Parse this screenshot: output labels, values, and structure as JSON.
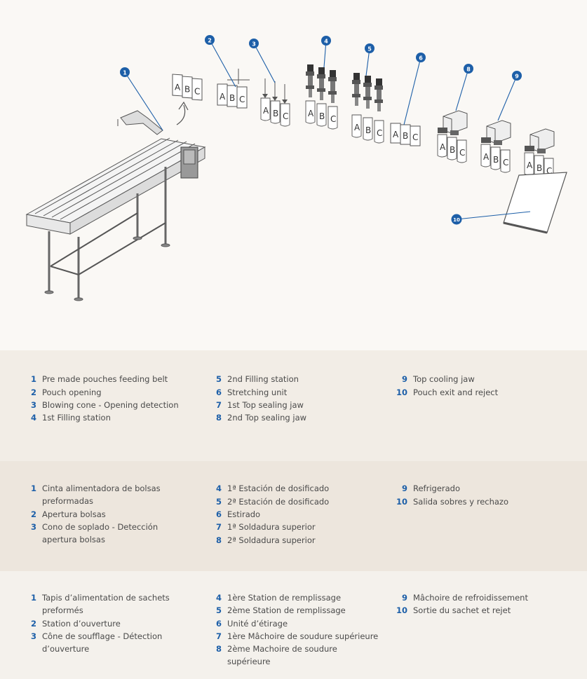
{
  "diagram": {
    "callouts": [
      "1",
      "2",
      "3",
      "4",
      "5",
      "6",
      "8",
      "9",
      "10"
    ],
    "pouch_letters": [
      "A",
      "B",
      "C"
    ],
    "colors": {
      "callout": "#1d5fa8",
      "line": "#555555",
      "band_en": "#f2ede6",
      "band_es": "#ede6dd",
      "band_fr": "#f4f1ec"
    }
  },
  "legend_en": [
    {
      "num": "1",
      "text": "Pre made pouches feeding belt"
    },
    {
      "num": "2",
      "text": "Pouch opening"
    },
    {
      "num": "3",
      "text": "Blowing cone - Opening detection"
    },
    {
      "num": "4",
      "text": "1st Filling station"
    },
    {
      "num": "5",
      "text": "2nd Filling station"
    },
    {
      "num": "6",
      "text": "Stretching unit"
    },
    {
      "num": "7",
      "text": "1st Top sealing jaw"
    },
    {
      "num": "8",
      "text": "2nd Top sealing jaw"
    },
    {
      "num": "9",
      "text": "Top cooling jaw"
    },
    {
      "num": "10",
      "text": "Pouch exit and reject"
    }
  ],
  "legend_es": [
    {
      "num": "1",
      "text": "Cinta alimentadora de bolsas preformadas"
    },
    {
      "num": "2",
      "text": "Apertura bolsas"
    },
    {
      "num": "3",
      "text": "Cono de soplado - Detección apertura bolsas"
    },
    {
      "num": "4",
      "text": "1ª Estación de dosificado"
    },
    {
      "num": "5",
      "text": "2ª Estación de dosificado"
    },
    {
      "num": "6",
      "text": "Estirado"
    },
    {
      "num": "7",
      "text": "1ª Soldadura superior"
    },
    {
      "num": "8",
      "text": "2ª Soldadura superior"
    },
    {
      "num": "9",
      "text": "Refrigerado"
    },
    {
      "num": "10",
      "text": "Salida sobres y rechazo"
    }
  ],
  "legend_fr": [
    {
      "num": "1",
      "text": "Tapis d’alimentation de sachets preformés"
    },
    {
      "num": "2",
      "text": "Station d’ouverture"
    },
    {
      "num": "3",
      "text": "Cône de soufflage - Détection d’ouverture"
    },
    {
      "num": "4",
      "text": "1ère Station de remplissage"
    },
    {
      "num": "5",
      "text": "2ème Station de remplissage"
    },
    {
      "num": "6",
      "text": "Unité d’étirage"
    },
    {
      "num": "7",
      "text": "1ère Mâchoire de soudure supérieure"
    },
    {
      "num": "8",
      "text": "2ème Machoire de soudure supérieure"
    },
    {
      "num": "9",
      "text": "Mâchoire de refroidissement"
    },
    {
      "num": "10",
      "text": "Sortie du sachet et rejet"
    }
  ]
}
